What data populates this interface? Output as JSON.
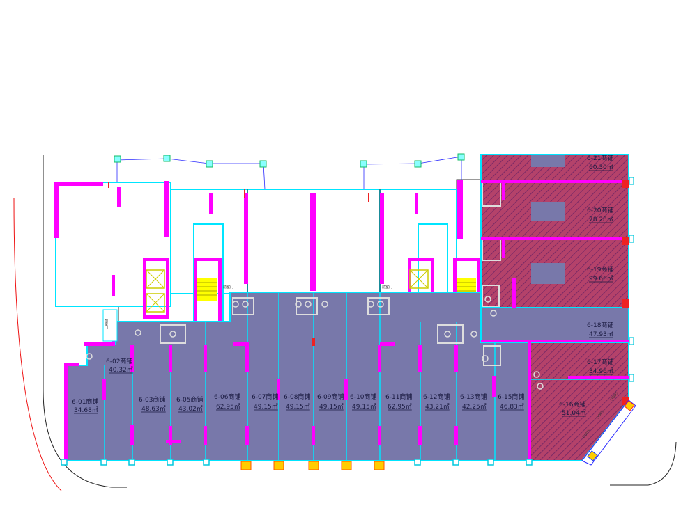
{
  "colors": {
    "shop_fill": "#7878aa",
    "hatch_bg": "#b4426a",
    "hatch_line": "#7a2a66",
    "wall": "#ff00ff",
    "outline": "#00e5ff",
    "stair": "#ffff00"
  },
  "shops": [
    {
      "id": "6-01商铺",
      "area": "34.68㎡"
    },
    {
      "id": "6-02商铺",
      "area": "40.32㎡"
    },
    {
      "id": "6-03商铺",
      "area": "48.63㎡"
    },
    {
      "id": "6-05商铺",
      "area": "43.02㎡"
    },
    {
      "id": "6-06商铺",
      "area": "62.95㎡"
    },
    {
      "id": "6-07商铺",
      "area": "49.15㎡"
    },
    {
      "id": "6-08商铺",
      "area": "49.15㎡"
    },
    {
      "id": "6-09商铺",
      "area": "49.15㎡"
    },
    {
      "id": "6-10商铺",
      "area": "49.15㎡"
    },
    {
      "id": "6-11商铺",
      "area": "62.95㎡"
    },
    {
      "id": "6-12商铺",
      "area": "43.21㎡"
    },
    {
      "id": "6-13商铺",
      "area": "42.25㎡"
    },
    {
      "id": "6-15商铺",
      "area": "46.83㎡"
    },
    {
      "id": "6-16商铺",
      "area": "51.04㎡"
    },
    {
      "id": "6-17商铺",
      "area": "34.96㎡"
    },
    {
      "id": "6-18商铺",
      "area": "47.93㎡"
    },
    {
      "id": "6-19商铺",
      "area": "99.66㎡"
    },
    {
      "id": "6-20商铺",
      "area": "78.28㎡"
    },
    {
      "id": "6-21商铺",
      "area": "60.30㎡"
    }
  ],
  "tags": {
    "fire_door_1": "前室门",
    "fire_door_2": "前室门",
    "fire_door_3": "前室门"
  }
}
